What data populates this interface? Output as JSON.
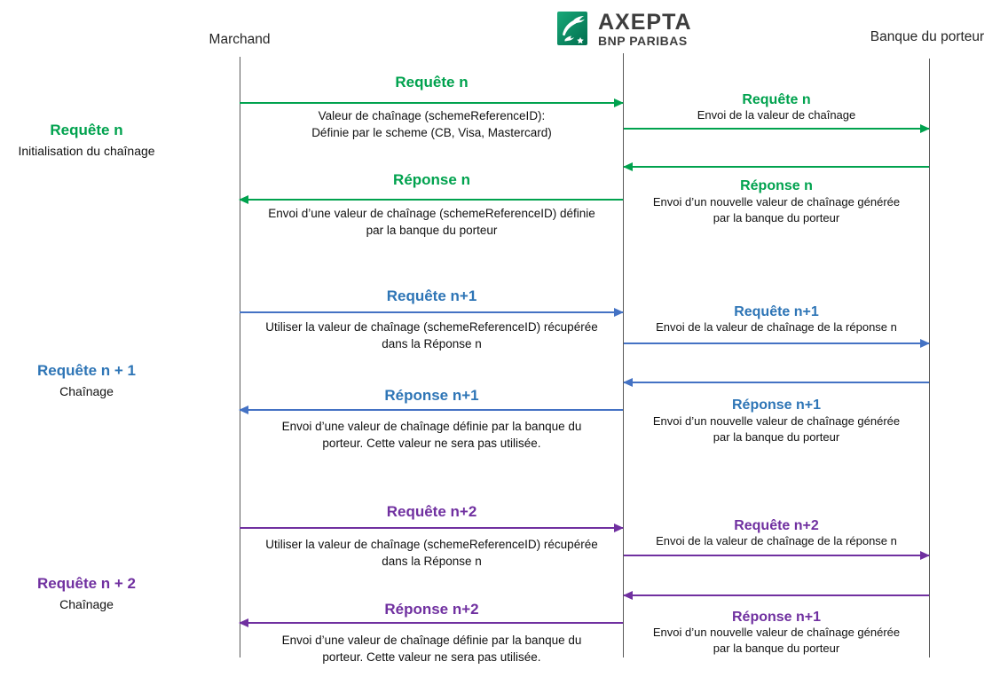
{
  "header": {
    "left_actor": "Marchand",
    "right_actor": "Banque du porteur",
    "logo": {
      "brand": "AXEPTA",
      "sub": "BNP PARIBAS",
      "icon": "bnp-paribas-birds-icon"
    }
  },
  "colors": {
    "green": "#00A24E",
    "blue_title": "#2E75B6",
    "blue_arrow": "#4472C4",
    "purple": "#7030A0",
    "lifeline": "#5a5a5a"
  },
  "phases": [
    {
      "side": {
        "title": "Requête n",
        "subtitle": "Initialisation du chaînage"
      },
      "left_request": {
        "title": "Requête n",
        "line1": "Valeur de chaînage (schemeReferenceID):",
        "line2": "Définie par le scheme (CB, Visa, Mastercard)"
      },
      "right_request": {
        "title": "Requête n",
        "line1": "Envoi de la valeur de chaînage"
      },
      "left_response": {
        "title": "Réponse n",
        "line1": "Envoi d’une valeur de chaînage (schemeReferenceID) définie",
        "line2": "par la banque du porteur"
      },
      "right_response": {
        "title": "Réponse n",
        "line1": "Envoi d’un nouvelle valeur de chaînage générée",
        "line2": "par la banque du porteur"
      }
    },
    {
      "side": {
        "title": "Requête n + 1",
        "subtitle": "Chaînage"
      },
      "left_request": {
        "title": "Requête n+1",
        "line1": "Utiliser la valeur de chaînage (schemeReferenceID) récupérée",
        "line2": "dans la Réponse n"
      },
      "right_request": {
        "title": "Requête n+1",
        "line1": "Envoi de la valeur de chaînage de la réponse n"
      },
      "left_response": {
        "title": "Réponse n+1",
        "line1": "Envoi d’une valeur de chaînage définie par la banque du",
        "line2": "porteur. Cette valeur ne sera pas utilisée."
      },
      "right_response": {
        "title": "Réponse n+1",
        "line1": "Envoi d’un nouvelle valeur de chaînage générée",
        "line2": "par la banque du porteur"
      }
    },
    {
      "side": {
        "title": "Requête n + 2",
        "subtitle": "Chaînage"
      },
      "left_request": {
        "title": "Requête n+2",
        "line1": "Utiliser la valeur de chaînage (schemeReferenceID) récupérée",
        "line2": "dans la Réponse n"
      },
      "right_request": {
        "title": "Requête n+2",
        "line1": "Envoi de la valeur de chaînage de la réponse n"
      },
      "left_response": {
        "title": "Réponse n+2",
        "line1": "Envoi d’une valeur de chaînage définie par la banque du",
        "line2": "porteur. Cette valeur ne sera pas utilisée."
      },
      "right_response": {
        "title": "Réponse n+1",
        "line1": "Envoi d’un nouvelle valeur de chaînage générée",
        "line2": "par la banque du porteur"
      }
    }
  ]
}
